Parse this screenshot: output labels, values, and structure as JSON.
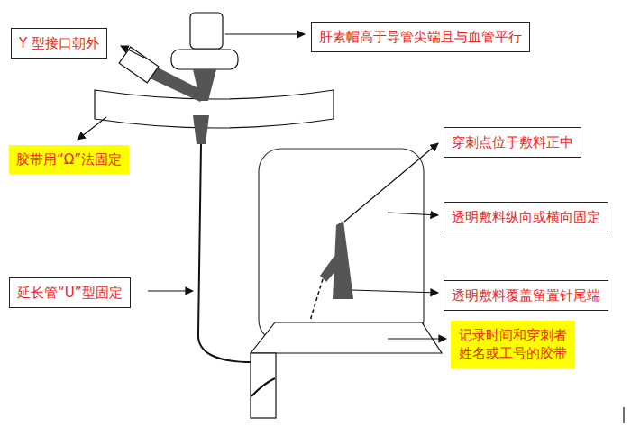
{
  "diagram": {
    "nodes": [
      {
        "text": [
          "Y 型接口朝外"
        ]
      },
      {
        "text": [
          "肝素帽高于导管尖端且与血管平行"
        ]
      },
      {
        "text": [
          "胶带用“Ω”法固定"
        ]
      },
      {
        "text": [
          "穿刺点位于敷料正中"
        ]
      },
      {
        "text": [
          "透明敷料纵向或横向固定"
        ]
      },
      {
        "text": [
          "延长管“U”型固定"
        ]
      },
      {
        "text": [
          "透明敷料覆盖留置针尾端"
        ]
      },
      {
        "text": [
          "记录时间和穿刺者姓名或工号的胶带"
        ]
      }
    ]
  }
}
